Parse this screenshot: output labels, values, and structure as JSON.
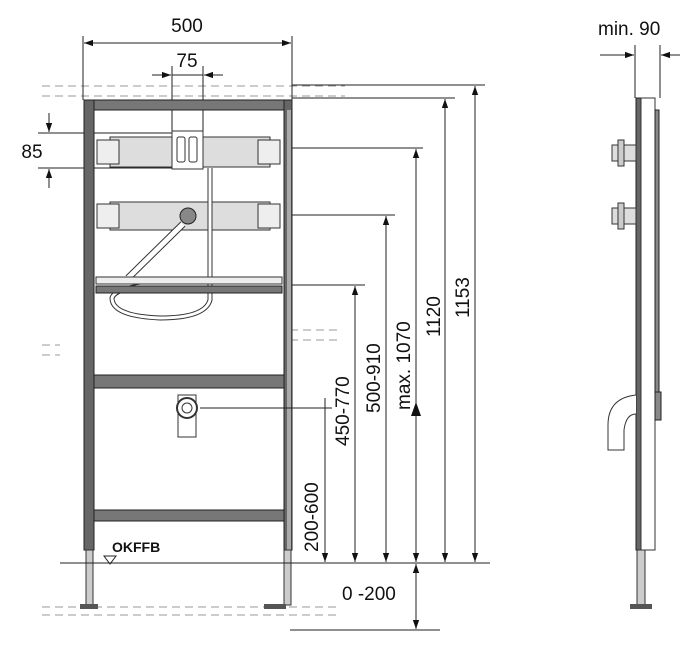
{
  "drawing": {
    "front_view": {
      "width_dim": "500",
      "connection_spacing_dim": "75",
      "bracket_spacing_dim": "85",
      "floor_label": "OKFFB"
    },
    "height_dims": [
      "200-600",
      "450-770",
      "500-910",
      "max. 1070",
      "1120",
      "1153"
    ],
    "floor_adjust_dim": "0 -200",
    "side_view": {
      "depth_dim": "min. 90"
    }
  }
}
